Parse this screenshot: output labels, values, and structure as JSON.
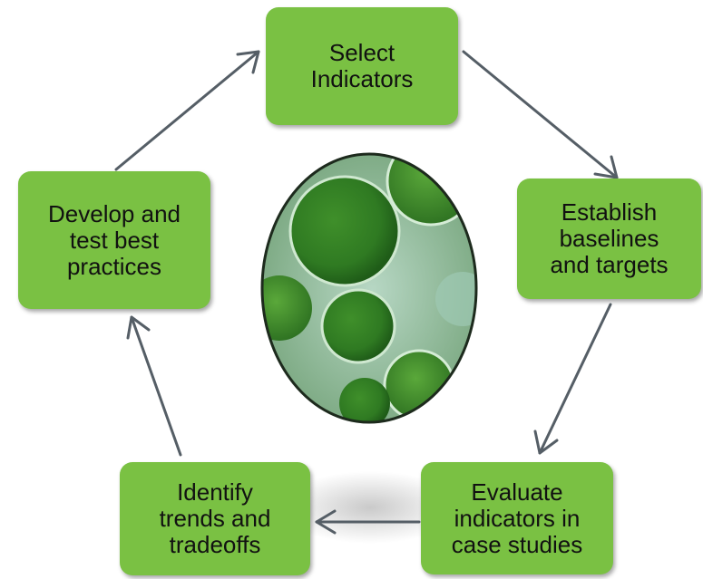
{
  "diagram": {
    "type": "cycle",
    "center_image": "green algae cells micrograph",
    "colors": {
      "box_fill": "#7ac143",
      "arrow": "#555e66",
      "text": "#111111"
    },
    "steps": [
      {
        "id": "select",
        "lines": [
          "Select",
          "Indicators"
        ]
      },
      {
        "id": "baseline",
        "lines": [
          "Establish",
          "baselines",
          "and targets"
        ]
      },
      {
        "id": "evaluate",
        "lines": [
          "Evaluate",
          "indicators in",
          "case studies"
        ]
      },
      {
        "id": "identify",
        "lines": [
          "Identify",
          "trends and",
          "tradeoffs"
        ]
      },
      {
        "id": "develop",
        "lines": [
          "Develop and",
          "test best",
          "practices"
        ]
      }
    ]
  }
}
